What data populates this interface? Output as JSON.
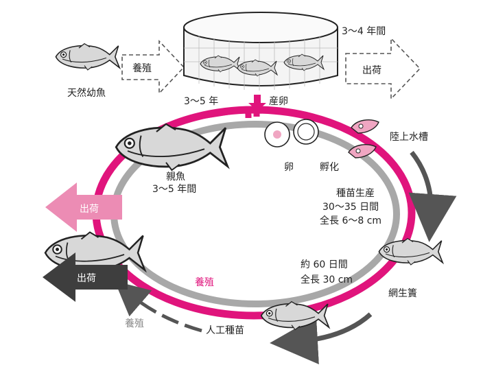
{
  "labels": {
    "wild_juvenile": "天然幼魚",
    "culture_top": "養殖",
    "net_period": "3～4 年間",
    "ship_top": "出荷",
    "spawn_years": "3～5 年",
    "spawning": "産卵",
    "egg": "卵",
    "hatch": "孵化",
    "land_tank": "陸上水槽",
    "parent_fish": "親魚",
    "parent_period": "3～5 年間",
    "seedling_title": "種苗生産",
    "seedling_days": "30～35 日間",
    "seedling_length": "全長 6～8 cm",
    "ship_pink": "出荷",
    "ship_dark": "出荷",
    "culture_ring": "養殖",
    "grow_days": "約 60 日間",
    "grow_length": "全長 30 cm",
    "net_cage": "網生簀",
    "culture_gray": "養殖",
    "artificial_seed": "人工種苗"
  },
  "colors": {
    "magenta": "#e0147c",
    "gray_ring": "#a8a8a8",
    "pink_arrow": "#ec8cb4",
    "dark_arrow": "#3e3e3e",
    "dark_gray_arrow": "#555555",
    "fish_body": "#d8d8d8",
    "egg_pink": "#f0a6c2"
  },
  "icons": [
    "tuna-fish-icon",
    "fish-cage-icon",
    "egg-icon",
    "larva-icon",
    "juvenile-fish-icon"
  ]
}
